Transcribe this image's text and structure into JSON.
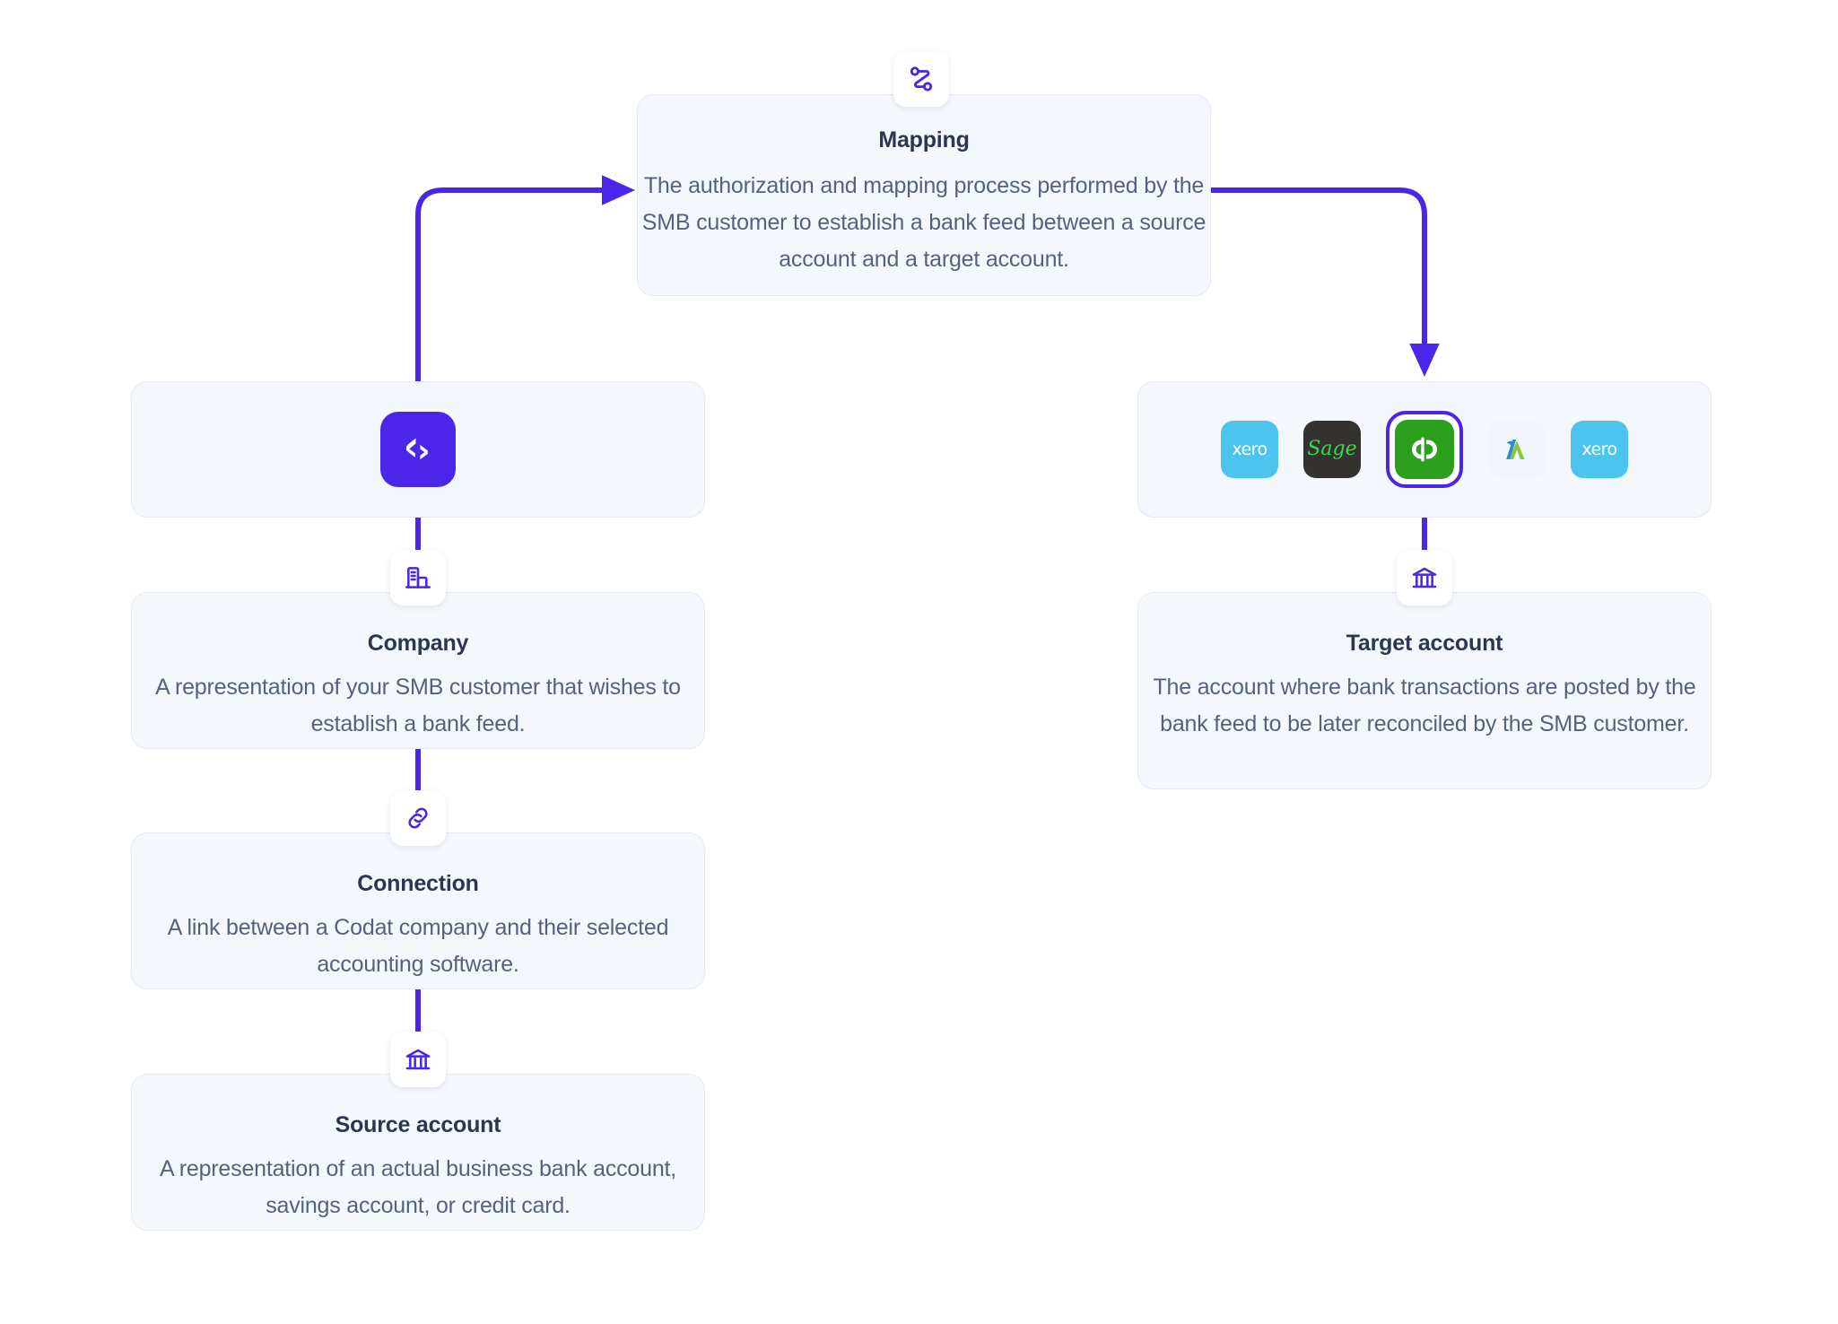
{
  "theme": {
    "accent_purple": "#4B26E8",
    "card_bg": "#F4F8FC",
    "card_border": "#E4EAF3",
    "title_color": "#2C3650",
    "body_color": "#56627C",
    "page_bg": "#FFFFFF"
  },
  "nodes": {
    "mapping": {
      "title": "Mapping",
      "description": "The authorization and mapping process performed by the SMB customer to establish a bank feed between a source account and a target account.",
      "icon": "mapping-route-icon"
    },
    "codat": {
      "icon": "codat-logo-icon",
      "label": "Codat"
    },
    "company": {
      "title": "Company",
      "description": "A representation of your SMB customer that wishes to establish a bank feed.",
      "icon": "building-icon"
    },
    "connection": {
      "title": "Connection",
      "description": "A link between a Codat company and their selected accounting software.",
      "icon": "link-icon"
    },
    "source_account": {
      "title": "Source account",
      "description": "A representation of an actual business bank account, savings account, or credit card.",
      "icon": "bank-icon"
    },
    "target_account": {
      "title": "Target account",
      "description": "The account where bank transactions are posted by the bank feed to be later reconciled by the SMB customer.",
      "icon": "bank-icon"
    }
  },
  "platforms": [
    {
      "name": "Xero",
      "icon": "xero-logo-icon",
      "label": "xero",
      "selected": false
    },
    {
      "name": "Sage",
      "icon": "sage-logo-icon",
      "label": "Sage",
      "selected": false
    },
    {
      "name": "QuickBooks",
      "icon": "quickbooks-logo-icon",
      "label": "qb",
      "selected": true
    },
    {
      "name": "FreeAgent",
      "icon": "freeagent-logo-icon",
      "label": "",
      "selected": false
    },
    {
      "name": "Xero",
      "icon": "xero-logo-icon",
      "label": "xero",
      "selected": false
    }
  ],
  "connectors": [
    {
      "name": "codat-to-mapping",
      "from": "codat",
      "to": "mapping",
      "arrow": "right"
    },
    {
      "name": "mapping-to-platforms",
      "from": "mapping",
      "to": "platforms",
      "arrow": "down"
    },
    {
      "name": "codat-to-company",
      "from": "codat",
      "to": "company",
      "arrow": "none"
    },
    {
      "name": "company-to-connection",
      "from": "company",
      "to": "connection",
      "arrow": "none"
    },
    {
      "name": "connection-to-source",
      "from": "connection",
      "to": "source_account",
      "arrow": "none"
    },
    {
      "name": "platforms-to-target",
      "from": "platforms",
      "to": "target_account",
      "arrow": "none"
    }
  ]
}
